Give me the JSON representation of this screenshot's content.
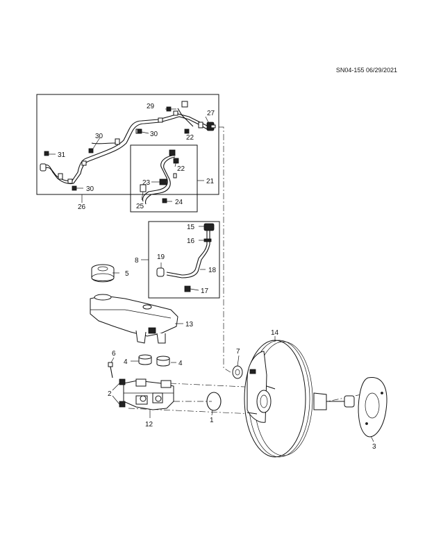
{
  "doc_ref": "SN04-155 06/29/2021",
  "callouts": {
    "c1": "1",
    "c2": "2",
    "c3": "3",
    "c4a": "4",
    "c4b": "4",
    "c5": "5",
    "c6": "6",
    "c7": "7",
    "c8": "8",
    "c12": "12",
    "c13": "13",
    "c14": "14",
    "c15": "15",
    "c16": "16",
    "c17": "17",
    "c18": "18",
    "c19": "19",
    "c21": "21",
    "c22a": "22",
    "c22b": "22",
    "c23": "23",
    "c24": "24",
    "c25": "25",
    "c26": "26",
    "c27": "27",
    "c29": "29",
    "c30a": "30",
    "c30b": "30",
    "c30c": "30",
    "c31": "31"
  }
}
